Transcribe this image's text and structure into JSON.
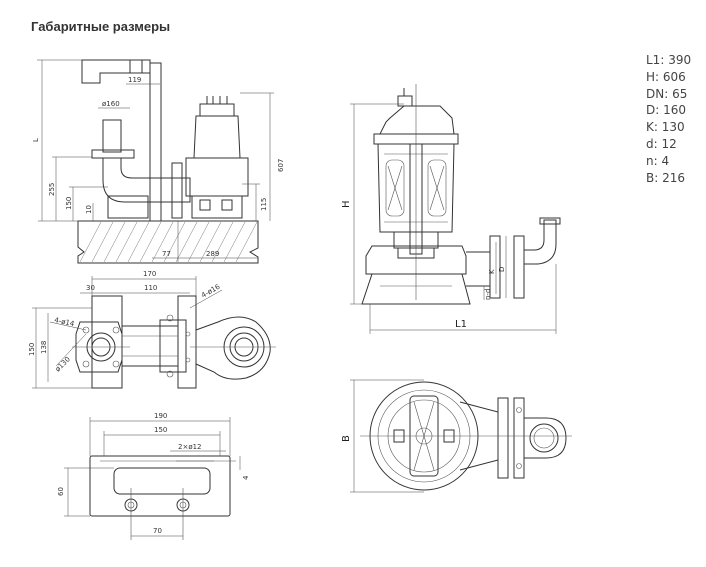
{
  "page": {
    "title": "Габаритные размеры"
  },
  "specs": [
    {
      "label": "L1",
      "value": "390"
    },
    {
      "label": "H",
      "value": "606"
    },
    {
      "label": "DN",
      "value": "65"
    },
    {
      "label": "D",
      "value": "160"
    },
    {
      "label": "K",
      "value": "130"
    },
    {
      "label": "d",
      "value": "12"
    },
    {
      "label": "n",
      "value": "4"
    },
    {
      "label": "B",
      "value": "216"
    }
  ],
  "side_view": {
    "dim_L": "L",
    "dim_119": "119",
    "dim_d160": "ø160",
    "dim_607": "607",
    "dim_255": "255",
    "dim_150": "150",
    "dim_10": "10",
    "dim_115": "115",
    "dim_77": "77",
    "dim_289": "289"
  },
  "top_view": {
    "dim_170": "170",
    "dim_30": "30",
    "dim_110": "110",
    "dim_4d16": "4-ø16",
    "dim_4d14": "4-ø14",
    "dim_150": "150",
    "dim_138": "138",
    "dim_d130": "ø130"
  },
  "plate_view": {
    "dim_190": "190",
    "dim_150": "150",
    "dim_2x12": "2×ø12",
    "dim_4": "4",
    "dim_60": "60",
    "dim_70": "70"
  },
  "pump_front": {
    "label_H": "H",
    "label_L1": "L1",
    "label_K": "K",
    "label_D": "D",
    "label_nd": "n-d"
  },
  "pump_top": {
    "label_B": "B"
  }
}
